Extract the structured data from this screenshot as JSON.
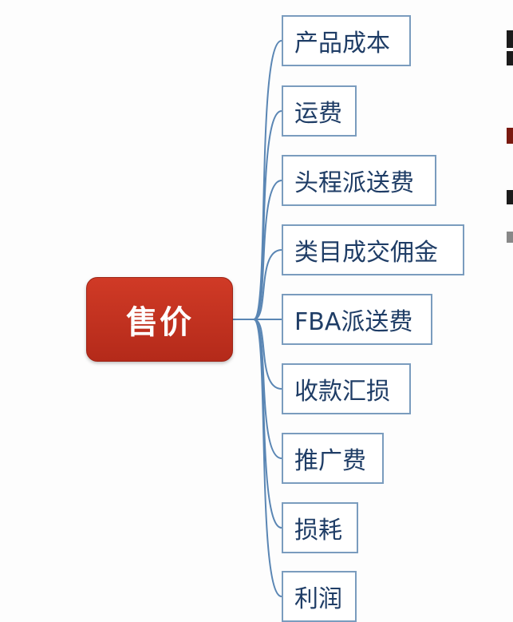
{
  "diagram": {
    "root": {
      "label": "售价",
      "color": "#c0321f"
    },
    "branches": [
      {
        "label": "产品成本"
      },
      {
        "label": "运费"
      },
      {
        "label": "头程派送费"
      },
      {
        "label": "类目成交佣金"
      },
      {
        "label": "FBA派送费"
      },
      {
        "label": "收款汇损"
      },
      {
        "label": "推广费"
      },
      {
        "label": "损耗"
      },
      {
        "label": "利润"
      }
    ],
    "connector_color": "#5a86b4",
    "box_border_color": "#7a9cbe",
    "text_color": "#1f3d66"
  }
}
